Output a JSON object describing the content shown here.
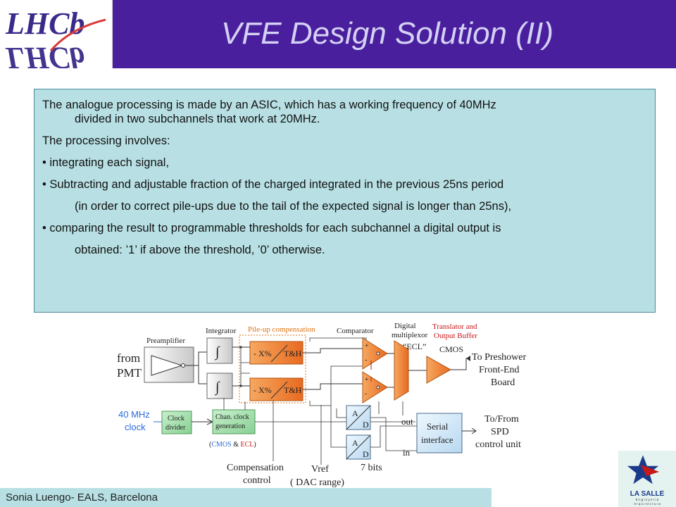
{
  "slide": {
    "title": "VFE  Design Solution (II)",
    "logo_text": "LHCb",
    "footer": "Sonia Luengo- EALS, Barcelona",
    "lasalle": {
      "name": "LA SALLE",
      "subtitle_1": "E n g i n y e r i a",
      "subtitle_2": "A r q u i t e c t u r a"
    },
    "colors": {
      "header": "#4a1f9e",
      "title": "#d4d2f4",
      "box": "#b8e0e4",
      "orange_block": "#f08a3c",
      "green_block": "#a8e0b0"
    }
  },
  "body": {
    "para1_line1": "The analogue processing is made by an ASIC, which has a working frequency of 40MHz",
    "para1_line2": "divided in two subchannels that work at 20MHz.",
    "para2": "The processing involves:",
    "bullet1": "• integrating each signal,",
    "bullet2_line1": "• Subtracting and adjustable fraction of the charged integrated in the previous 25ns period",
    "bullet2_line2": "(in order to correct pile-ups due to the tail of the expected signal is longer than 25ns),",
    "bullet3_line1": "• comparing the result to programmable thresholds for each subchannel a digital output is",
    "bullet3_line2": "obtained: ’1’ if above the threshold, ’0’ otherwise."
  },
  "diagram": {
    "preamplifier": "Preamplifier",
    "integrator": "Integrator",
    "pileup": "Pile-up compensation",
    "comparator": "Comparator",
    "digital": "Digital",
    "multiplexor": "multiplexor",
    "translator": "Translator and",
    "output_buffer": "Output Buffer",
    "from": "from",
    "pmt": "PMT",
    "xpct": "- X%",
    "th": "T&H",
    "ecl_quote": "“ECL”",
    "cmos": "CMOS",
    "to_preshower": "To Preshower",
    "front_end": "Front-End",
    "board": "Board",
    "mhz": "40 MHz",
    "clock": "clock",
    "clock_divider_1": "Clock",
    "clock_divider_2": "divider",
    "chan_clock_1": "Chan. clock",
    "chan_clock_2": "generation",
    "cmos_ecl_open": "(",
    "cmos_ecl_cmos": "CMOS",
    "cmos_ecl_amp": " & ",
    "cmos_ecl_ecl": "ECL",
    "cmos_ecl_close": ")",
    "adc_a": "A",
    "adc_d": "D",
    "out": "out",
    "in": "in",
    "serial_1": "Serial",
    "serial_2": "interface",
    "to_from": "To/From",
    "spd": "SPD",
    "control_unit": "control unit",
    "compensation": "Compensation",
    "control": "control",
    "vref": "Vref",
    "dac": "( DAC range)",
    "seven_bits": "7 bits"
  }
}
